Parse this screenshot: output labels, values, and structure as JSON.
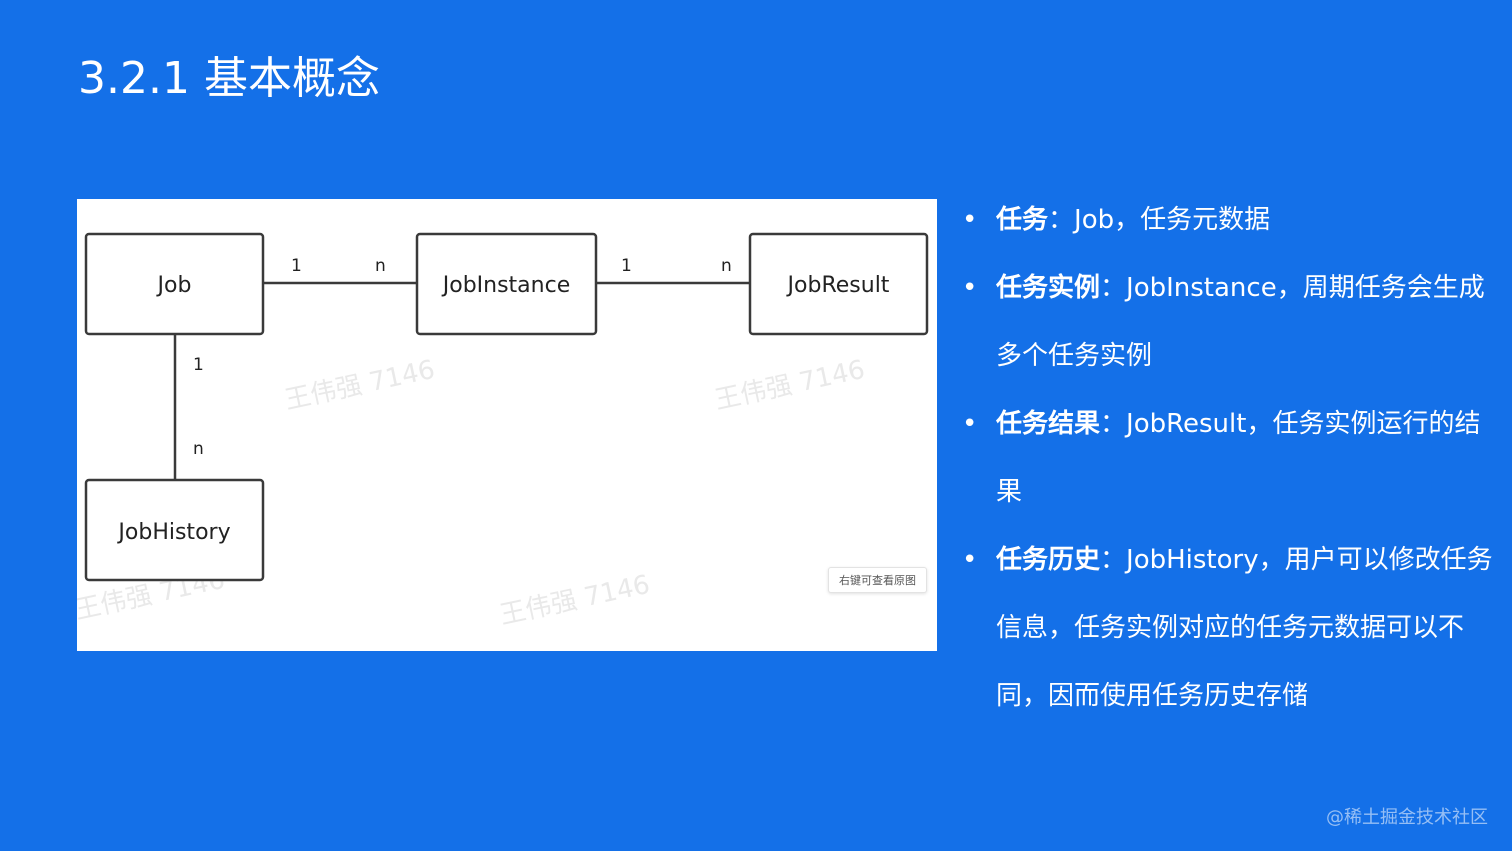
{
  "slide": {
    "title": "3.2.1 基本概念"
  },
  "diagram": {
    "entities": {
      "job": "Job",
      "job_instance": "JobInstance",
      "job_result": "JobResult",
      "job_history": "JobHistory"
    },
    "relations": {
      "job_to_instance": {
        "from_card": "1",
        "to_card": "n"
      },
      "instance_to_result": {
        "from_card": "1",
        "to_card": "n"
      },
      "job_to_history": {
        "from_card": "1",
        "to_card": "n"
      }
    },
    "watermark_text": "王伟强 7146",
    "view_hint": "右键可查看原图"
  },
  "bullets": [
    {
      "term": "任务",
      "sep": "：",
      "text": "Job，任务元数据"
    },
    {
      "term": "任务实例",
      "sep": "：",
      "text": "JobInstance，周期任务会生成多个任务实例"
    },
    {
      "term": "任务结果",
      "sep": "：",
      "text": "JobResult，任务实例运行的结果"
    },
    {
      "term": "任务历史",
      "sep": "：",
      "text": "JobHistory，用户可以修改任务信息，任务实例对应的任务元数据可以不同，因而使用任务历史存储"
    }
  ],
  "footer": {
    "credit": "@稀土掘金技术社区"
  }
}
